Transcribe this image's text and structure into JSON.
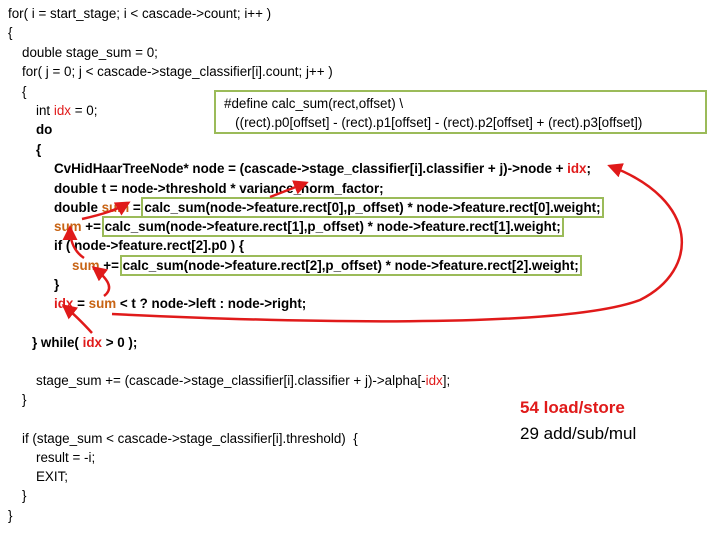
{
  "code": {
    "l1": "for( i = start_stage; i < cascade->count; i++ )",
    "l2": "{",
    "l3": "double stage_sum = 0;",
    "l4": "for( j = 0; j < cascade->stage_classifier[i].count; j++ )",
    "l5": "{",
    "l6_a": "int ",
    "l6_idx": "idx",
    "l6_b": " = 0;",
    "l7": "do",
    "l8": "{",
    "l9_a": "CvHidHaarTreeNode* node = (cascade->stage_classifier[i].classifier + j)->node + ",
    "l9_idx": "idx",
    "l9_b": ";",
    "l10": "double t = node->threshold * variance_norm_factor;",
    "l11_a": "double ",
    "l11_sum": "sum",
    "l11_b": " = ",
    "l11_box": "calc_sum(node->feature.rect[0],p_offset) * node->feature.rect[0].weight;",
    "l12_sum": "sum",
    "l12_b": " += ",
    "l12_box": "calc_sum(node->feature.rect[1],p_offset) * node->feature.rect[1].weight;",
    "l13": "if ( node->feature.rect[2].p0 ) {",
    "l14_sum": "sum",
    "l14_b": " += ",
    "l14_box": "calc_sum(node->feature.rect[2],p_offset) * node->feature.rect[2].weight;",
    "l15": "}",
    "l16_idx": "idx",
    "l16_b": " = ",
    "l16_sum": "sum",
    "l16_c": " < t ? node->left : node->right;",
    "l17_a": "} while( ",
    "l17_idx": "idx",
    "l17_b": " > 0 );",
    "l18_a": "stage_sum += (cascade->stage_classifier[i].classifier + j)->alpha[-",
    "l18_idx": "idx",
    "l18_b": "];",
    "l19": "}",
    "l20": "if (stage_sum < cascade->stage_classifier[i].threshold)  {",
    "l21": "result = -i;",
    "l22": "EXIT;",
    "l23": "}",
    "l24": "}"
  },
  "define": {
    "line1": "#define calc_sum(rect,offset) \\",
    "line2": "   ((rect).p0[offset] - (rect).p1[offset] - (rect).p2[offset] + (rect).p3[offset])"
  },
  "stats": {
    "loads": "54 load/store",
    "arith": "29 add/sub/mul"
  },
  "colors": {
    "highlight_red": "#e01a1a",
    "sum_orange": "#c86414",
    "box_green": "#9bbb59"
  }
}
